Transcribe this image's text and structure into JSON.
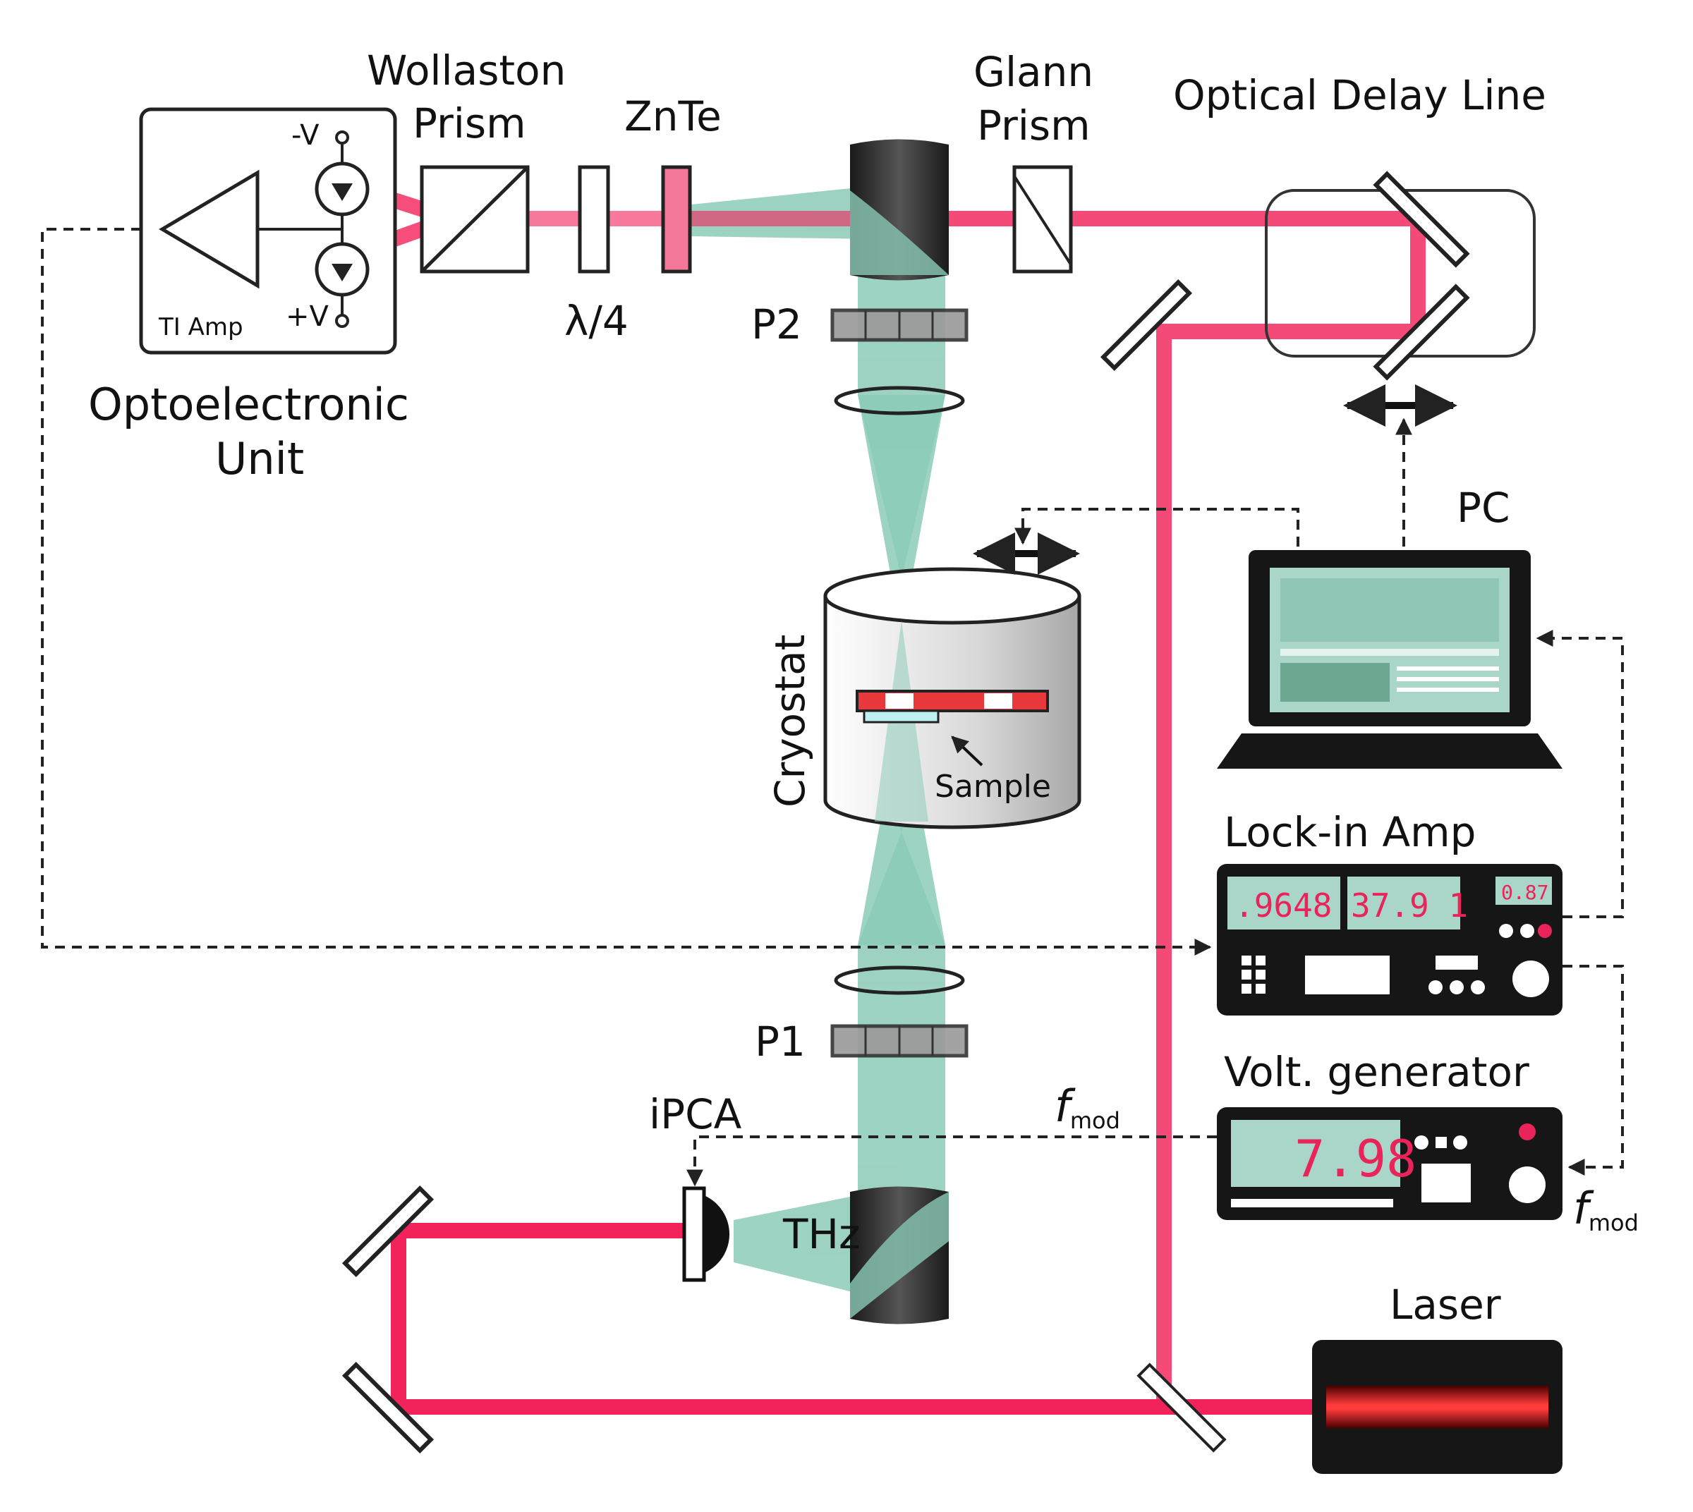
{
  "labels": {
    "wollaston": [
      "Wollaston",
      "Prism"
    ],
    "znte": "ZnTe",
    "glann": [
      "Glann",
      "Prism"
    ],
    "delay_line": "Optical Delay Line",
    "minus_v": "-V",
    "plus_v": "+V",
    "ti_amp": "TI Amp",
    "quarter_wave": "λ/4",
    "p2": "P2",
    "p1": "P1",
    "optoelectronic": [
      "Optoelectronic",
      "Unit"
    ],
    "pc": "PC",
    "cryostat": "Cryostat",
    "sample": "Sample",
    "lockin": "Lock-in Amp",
    "volt_gen": "Volt. generator",
    "ipca": "iPCA",
    "thz": "THz",
    "laser": "Laser",
    "fmod_main": "f",
    "fmod_sub": "mod"
  },
  "displays": {
    "lockin_1": ".9648",
    "lockin_2": "37.9 1",
    "lockin_3": "0.87",
    "voltgen": "7.98"
  },
  "colors": {
    "laser_beam": "#f2225a",
    "thz_beam": "#8ccbb8",
    "device_dark": "#161616",
    "lcd": "#a9d6c8"
  }
}
